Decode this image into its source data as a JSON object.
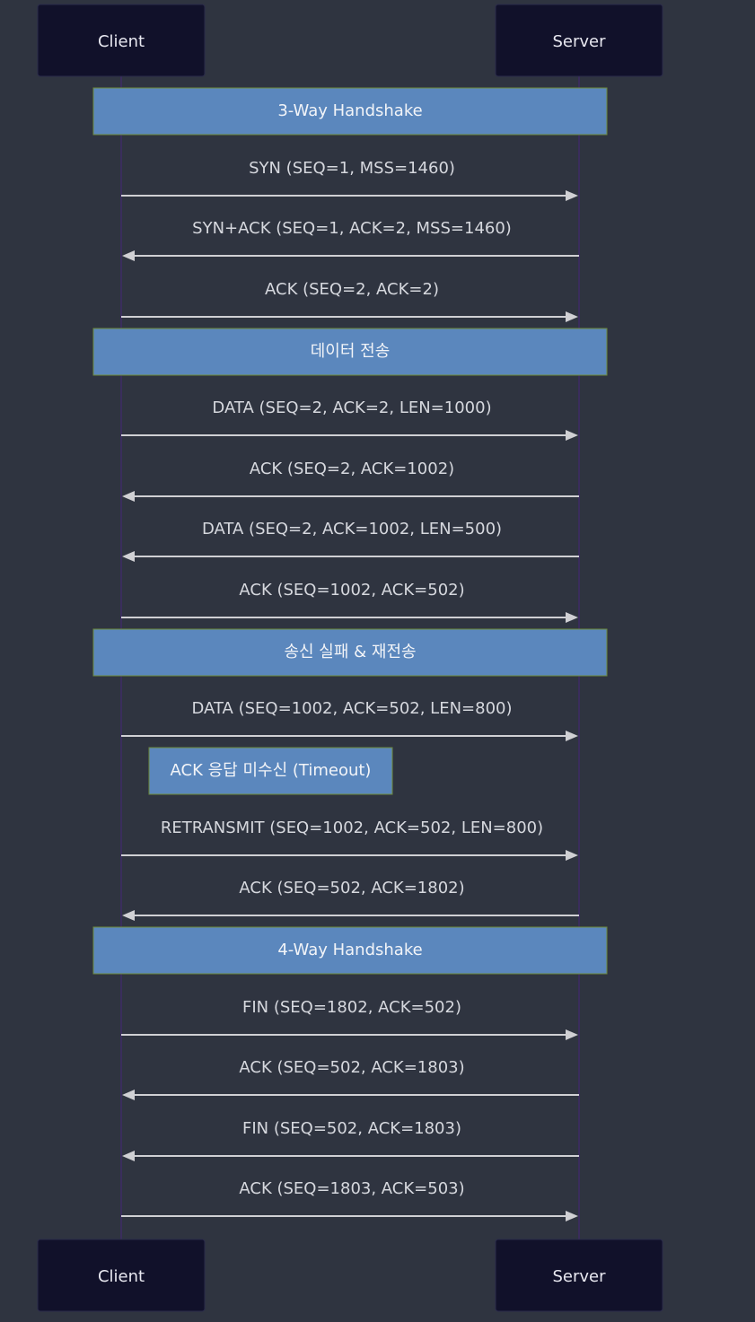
{
  "participants": [
    {
      "id": "client",
      "label": "Client"
    },
    {
      "id": "server",
      "label": "Server"
    }
  ],
  "sequence": [
    {
      "kind": "note",
      "text": "3-Way Handshake",
      "span": "both"
    },
    {
      "kind": "message",
      "from": "client",
      "to": "server",
      "text": "SYN (SEQ=1, MSS=1460)"
    },
    {
      "kind": "message",
      "from": "server",
      "to": "client",
      "text": "SYN+ACK (SEQ=1, ACK=2, MSS=1460)"
    },
    {
      "kind": "message",
      "from": "client",
      "to": "server",
      "text": "ACK (SEQ=2, ACK=2)"
    },
    {
      "kind": "note",
      "text": "데이터 전송",
      "span": "both"
    },
    {
      "kind": "message",
      "from": "client",
      "to": "server",
      "text": "DATA (SEQ=2, ACK=2, LEN=1000)"
    },
    {
      "kind": "message",
      "from": "server",
      "to": "client",
      "text": "ACK (SEQ=2, ACK=1002)"
    },
    {
      "kind": "message",
      "from": "server",
      "to": "client",
      "text": "DATA (SEQ=2, ACK=1002, LEN=500)"
    },
    {
      "kind": "message",
      "from": "client",
      "to": "server",
      "text": "ACK (SEQ=1002, ACK=502)"
    },
    {
      "kind": "note",
      "text": "송신 실패 & 재전송",
      "span": "both"
    },
    {
      "kind": "message",
      "from": "client",
      "to": "server",
      "text": "DATA (SEQ=1002, ACK=502, LEN=800)"
    },
    {
      "kind": "note",
      "text": "ACK 응답 미수신 (Timeout)",
      "span": "right-of-client"
    },
    {
      "kind": "message",
      "from": "client",
      "to": "server",
      "text": "RETRANSMIT (SEQ=1002, ACK=502, LEN=800)"
    },
    {
      "kind": "message",
      "from": "server",
      "to": "client",
      "text": "ACK (SEQ=502, ACK=1802)"
    },
    {
      "kind": "note",
      "text": "4-Way Handshake",
      "span": "both"
    },
    {
      "kind": "message",
      "from": "client",
      "to": "server",
      "text": "FIN (SEQ=1802, ACK=502)"
    },
    {
      "kind": "message",
      "from": "server",
      "to": "client",
      "text": "ACK (SEQ=502, ACK=1803)"
    },
    {
      "kind": "message",
      "from": "server",
      "to": "client",
      "text": "FIN (SEQ=502, ACK=1803)"
    },
    {
      "kind": "message",
      "from": "client",
      "to": "server",
      "text": "ACK (SEQ=1803, ACK=503)"
    }
  ]
}
